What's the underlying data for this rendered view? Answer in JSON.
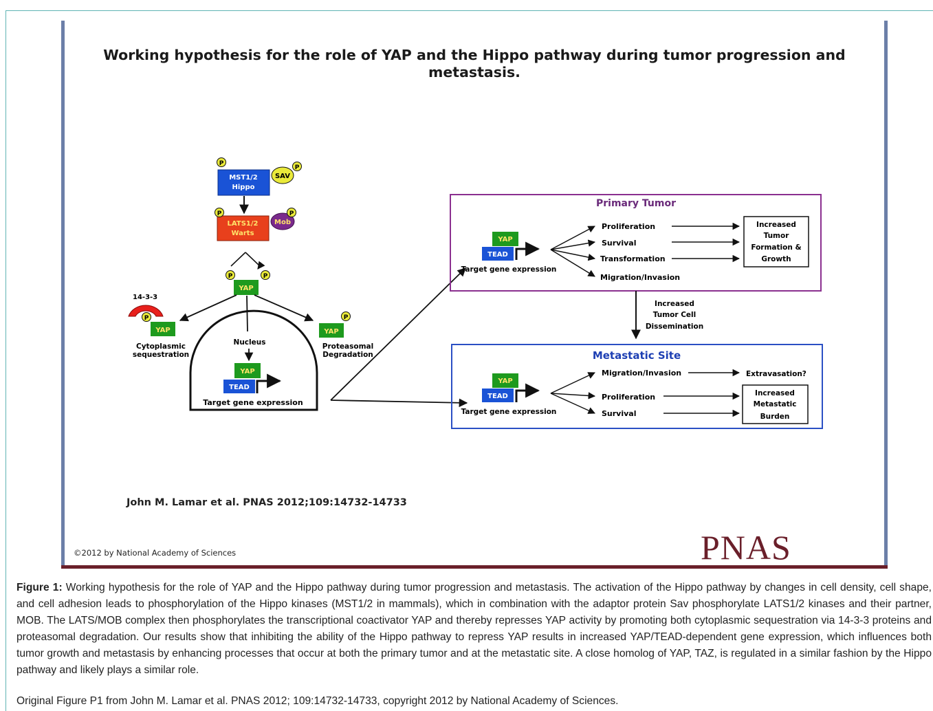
{
  "slide": {
    "title_line1": "Working hypothesis for the role of YAP and the Hippo pathway during tumor progression and",
    "title_line2": "metastasis.",
    "citation": "John M. Lamar et al. PNAS 2012;109:14732-14733",
    "copyright": "©2012 by National Academy of Sciences",
    "logo": "PNAS"
  },
  "diagram": {
    "p": "P",
    "mst": [
      "MST1/2",
      "Hippo"
    ],
    "sav": "SAV",
    "lats": [
      "LATS1/2",
      "Warts"
    ],
    "mob": "Mob",
    "yap": "YAP",
    "tead": "TEAD",
    "label_1433": "14-3-3",
    "cytoplasmic": [
      "Cytoplasmic",
      "sequestration"
    ],
    "nucleus": "Nucleus",
    "proteasomal": [
      "Proteasomal",
      "Degradation"
    ],
    "target_gene_expression": "Target gene expression",
    "primary": {
      "title": "Primary Tumor",
      "items": [
        "Proliferation",
        "Survival",
        "Transformation",
        "Migration/Invasion"
      ],
      "outcome": [
        "Increased",
        "Tumor",
        "Formation &",
        "Growth"
      ]
    },
    "dissemination": [
      "Increased",
      "Tumor Cell",
      "Dissemination"
    ],
    "metastatic": {
      "title": "Metastatic Site",
      "items": [
        "Migration/Invasion",
        "Proliferation",
        "Survival"
      ],
      "extravasation": "Extravasation?",
      "outcome": [
        "Increased",
        "Metastatic",
        "Burden"
      ]
    }
  },
  "colors": {
    "hippo_blue": "#1a53d6",
    "lats_red": "#e8401c",
    "yap_green": "#1e9a1e",
    "tead_blue": "#1a53d6",
    "phospho_yellow": "#eaea3a",
    "mob_purple": "#7a2a8c",
    "primary_border": "#8a2f8f",
    "metastatic_border": "#2a4fc4",
    "pnas_maroon": "#6a1f2a"
  },
  "caption": {
    "label": "Figure 1:",
    "text": " Working hypothesis for the role of YAP and the Hippo pathway during tumor progression and metastasis. The activation of the Hippo pathway by changes in cell density, cell shape, and cell adhesion leads to phosphorylation of the Hippo kinases (MST1/2 in mammals), which in combination with the adaptor protein Sav phosphorylate LATS1/2 kinases and their partner, MOB. The LATS/MOB complex then phosphorylates the transcriptional coactivator YAP and thereby represses YAP activity by promoting both cytoplasmic sequestration via 14-3-3 proteins and proteasomal degradation. Our results show that inhibiting the ability of the Hippo pathway to repress YAP results in increased YAP/TEAD-dependent gene expression, which influences both tumor growth and metastasis by enhancing processes that occur at both the primary tumor and at the metastatic site. A close homolog of YAP, TAZ, is regulated in a similar fashion by the Hippo pathway and likely plays a similar role.",
    "credit": "Original Figure P1 from John M. Lamar et al. PNAS 2012; 109:14732-14733, copyright 2012 by National Academy of Sciences."
  }
}
